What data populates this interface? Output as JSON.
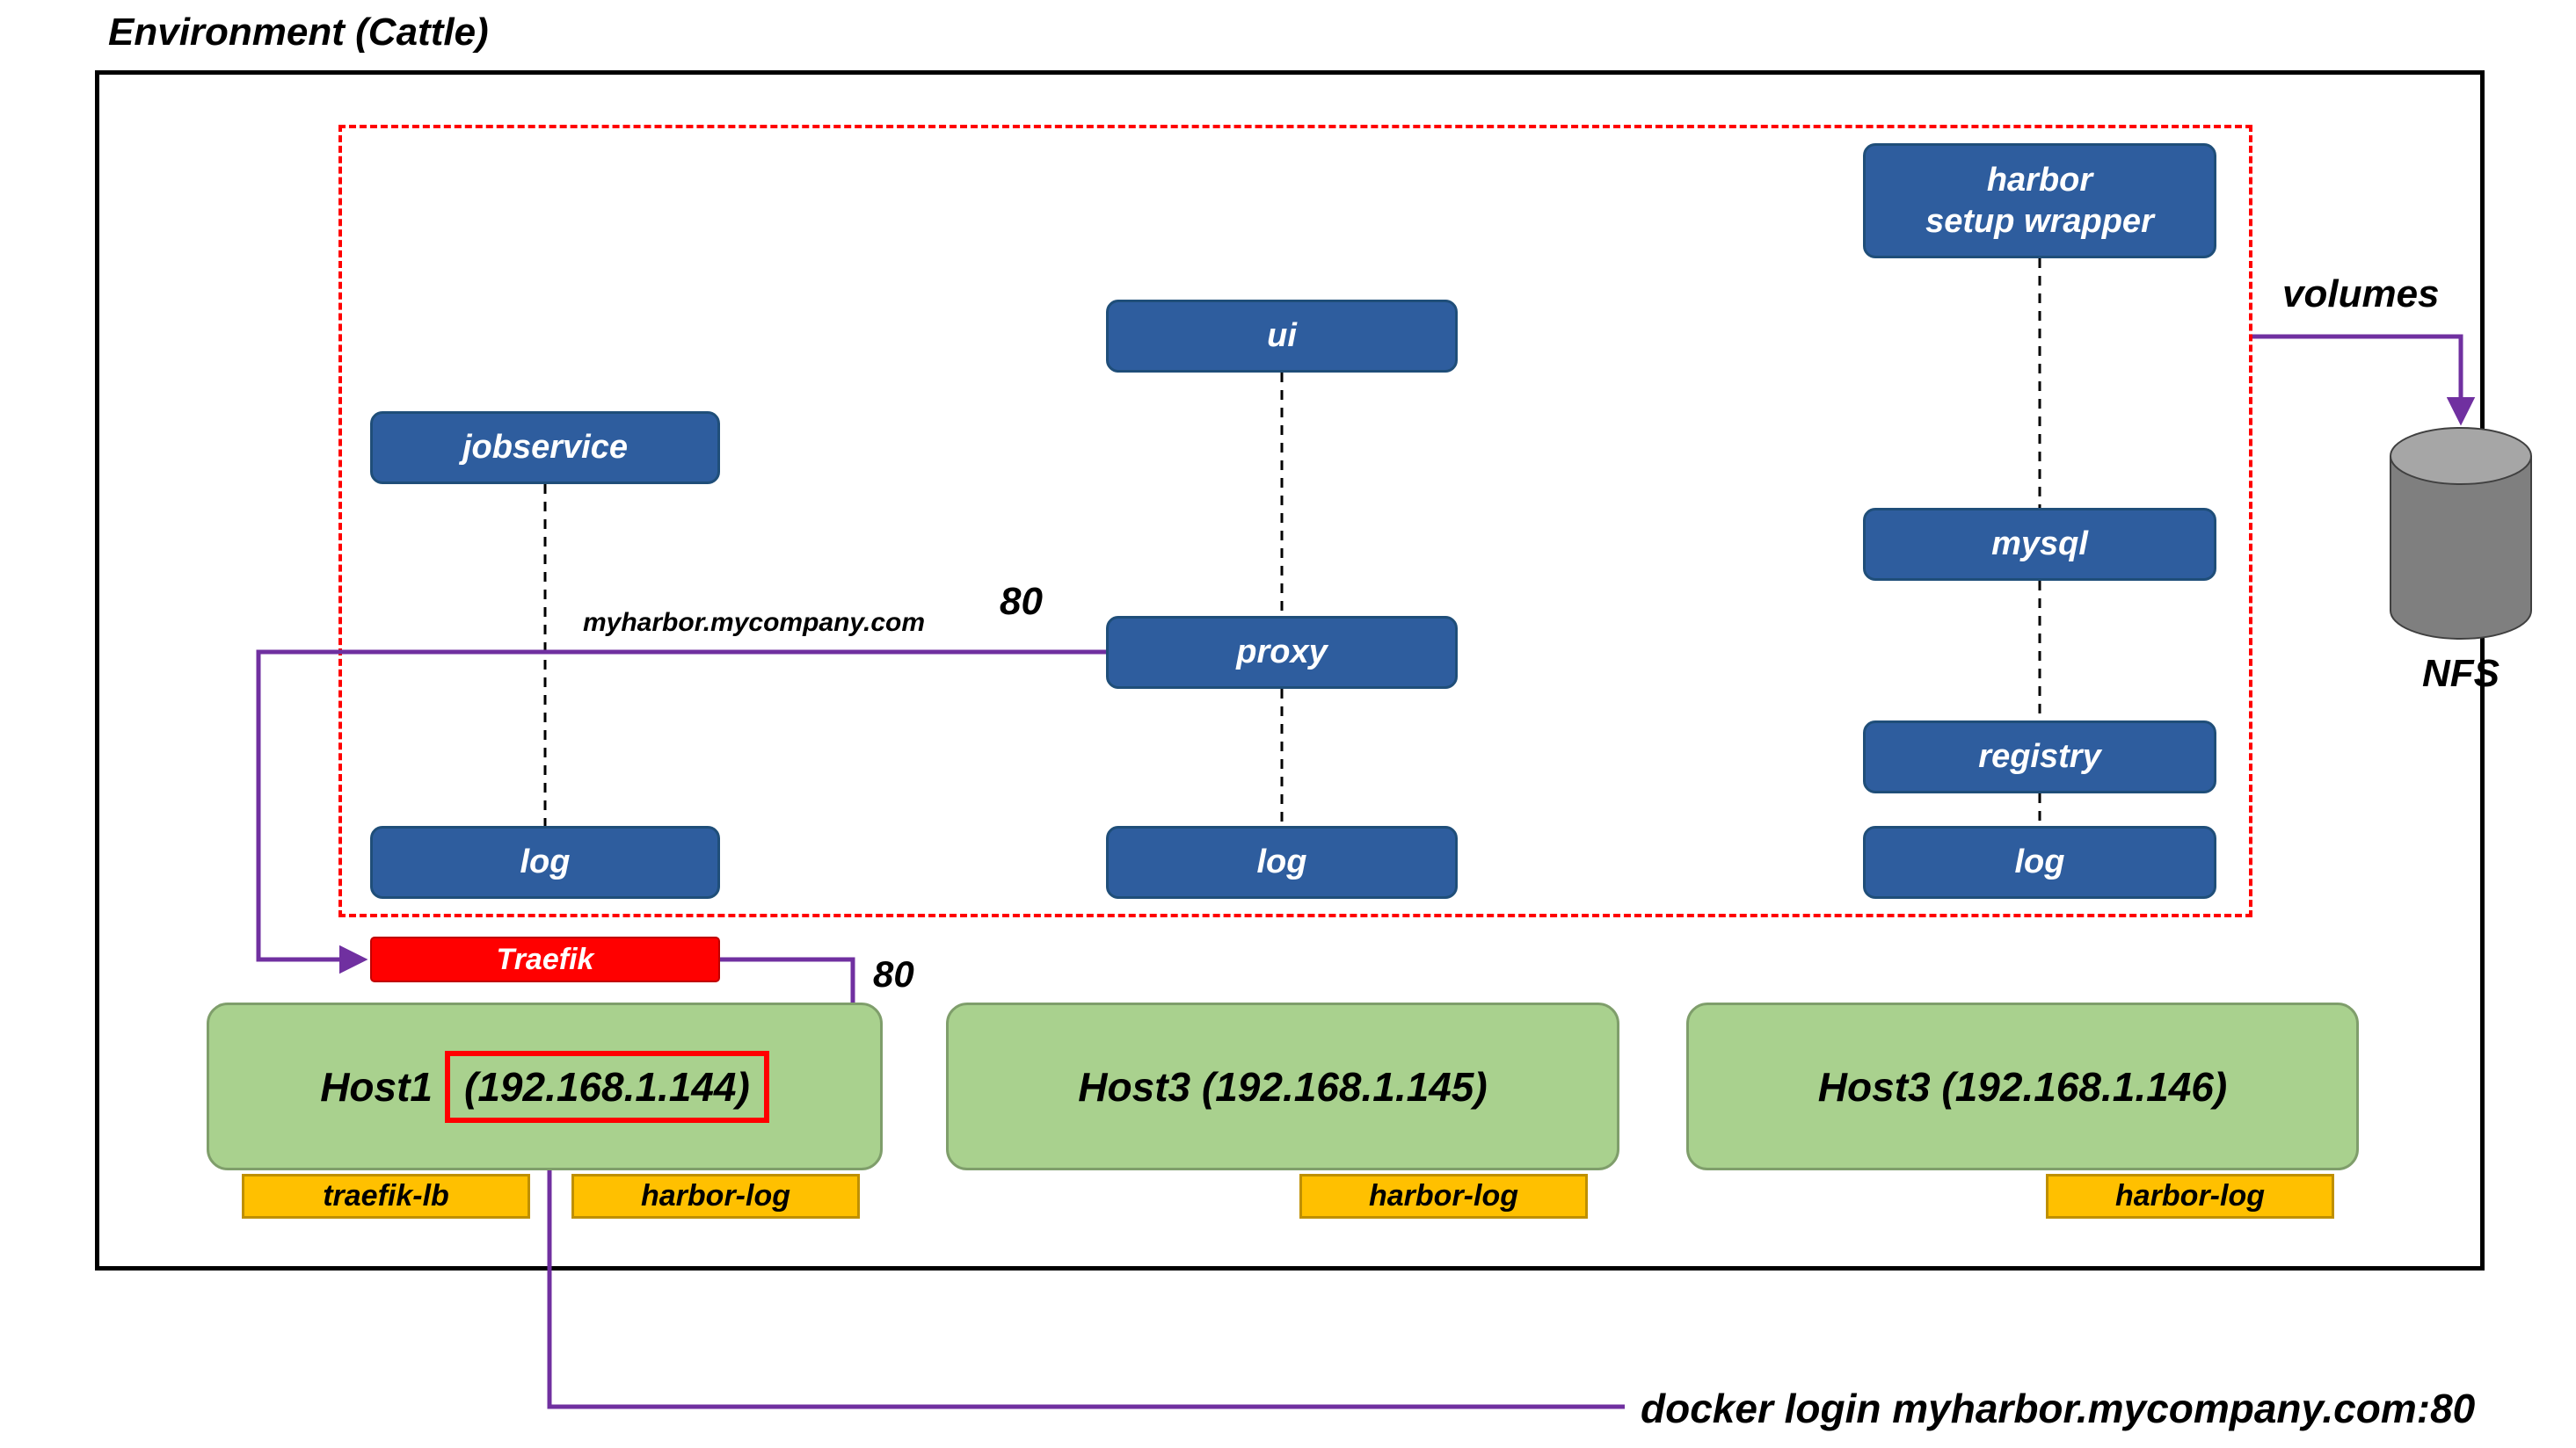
{
  "title": "Environment (Cattle)",
  "colors": {
    "service_blue": "#2E5D9E",
    "service_border": "#1F4E79",
    "traefik_red": "#FF0000",
    "host_green": "#A9D18E",
    "label_yellow": "#FFC000",
    "label_border": "#BF9000",
    "arrow_purple": "#7030A0",
    "dashed_red": "#FF0000"
  },
  "services": {
    "harbor_setup_wrapper": {
      "line1": "harbor",
      "line2": "setup wrapper"
    },
    "ui": "ui",
    "jobservice": "jobservice",
    "mysql": "mysql",
    "proxy": "proxy",
    "registry": "registry",
    "log_left": "log",
    "log_center": "log",
    "log_right": "log"
  },
  "traefik": {
    "label": "Traefik"
  },
  "hosts": [
    {
      "name": "Host1",
      "ip": "(192.168.1.144)"
    },
    {
      "label": "Host3 (192.168.1.145)"
    },
    {
      "label": "Host3 (192.168.1.146)"
    }
  ],
  "host_services": {
    "traefik_lb": "traefik-lb",
    "harbor_log_1": "harbor-log",
    "harbor_log_2": "harbor-log",
    "harbor_log_3": "harbor-log"
  },
  "edges": {
    "proxy_domain": "myharbor.mycompany.com",
    "proxy_port": "80",
    "traefik_port": "80",
    "volumes": "volumes",
    "docker_login": "docker login myharbor.mycompany.com:80"
  },
  "storage": {
    "nfs": "NFS"
  }
}
